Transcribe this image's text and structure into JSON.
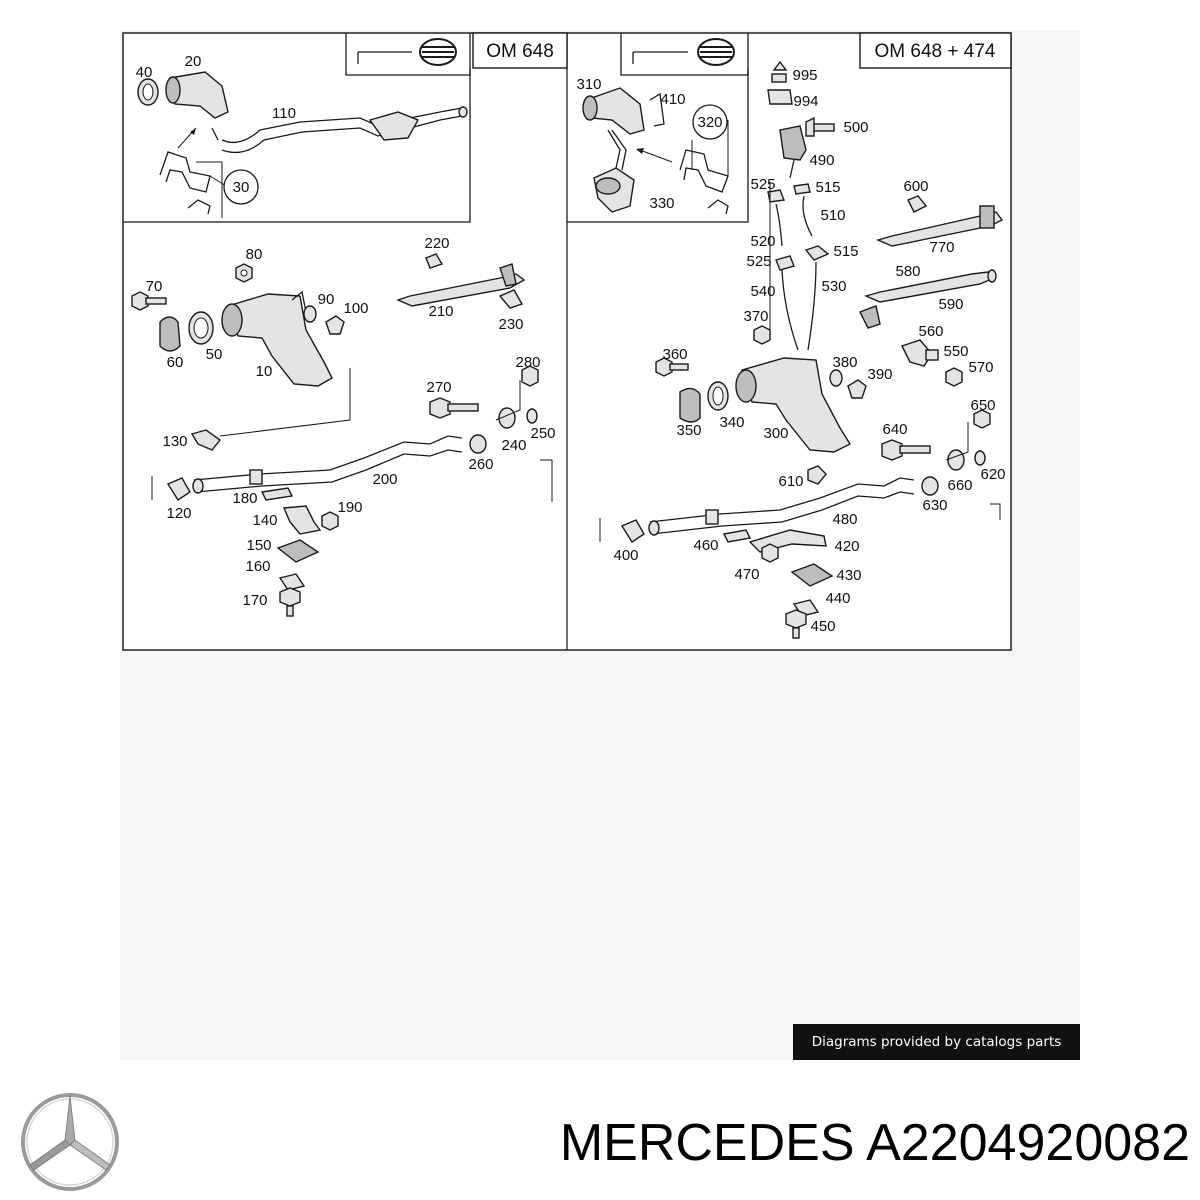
{
  "panels": {
    "left": {
      "engine_label": "OM 648"
    },
    "right": {
      "engine_label": "OM 648 + 474"
    }
  },
  "left_parts": [
    "40",
    "20",
    "110",
    "30",
    "80",
    "220",
    "70",
    "90",
    "100",
    "210",
    "230",
    "60",
    "50",
    "10",
    "280",
    "270",
    "130",
    "240",
    "250",
    "260",
    "200",
    "120",
    "180",
    "190",
    "140",
    "150",
    "160",
    "170"
  ],
  "right_parts": [
    "995",
    "994",
    "310",
    "410",
    "320",
    "500",
    "490",
    "330",
    "525",
    "515",
    "600",
    "510",
    "520",
    "770",
    "515",
    "525",
    "580",
    "540",
    "530",
    "590",
    "370",
    "560",
    "550",
    "360",
    "380",
    "390",
    "570",
    "350",
    "340",
    "300",
    "650",
    "640",
    "620",
    "660",
    "630",
    "610",
    "480",
    "400",
    "460",
    "420",
    "470",
    "430",
    "440",
    "450"
  ],
  "credit": "Diagrams provided by catalogs parts",
  "footer": {
    "brand": "MERCEDES",
    "part_number": "A2204920082"
  },
  "icons": {
    "brand_logo": "mercedes-star-icon"
  },
  "colors": {
    "badge_bg": "#111111",
    "badge_text": "#ffffff",
    "frame": "#222222"
  }
}
